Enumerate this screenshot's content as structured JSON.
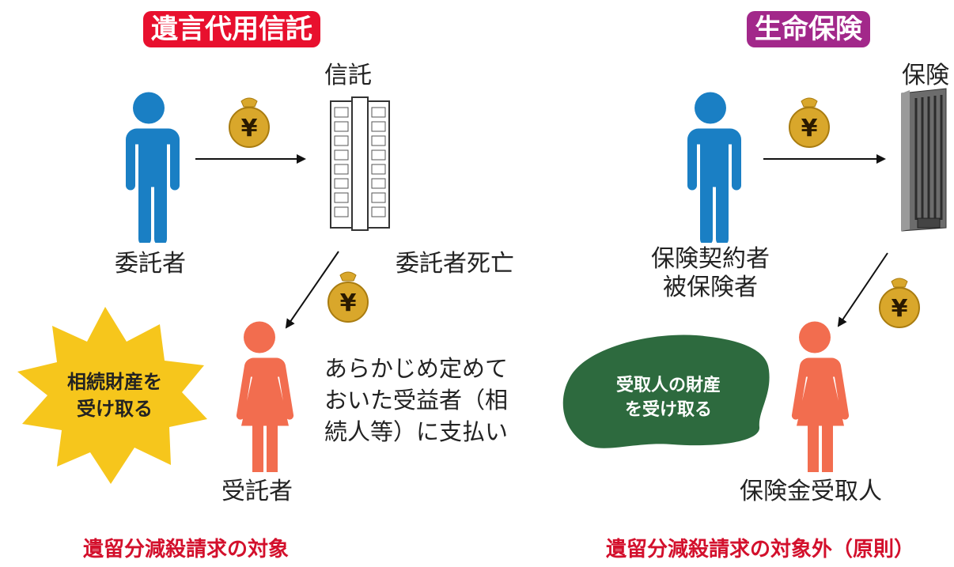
{
  "left": {
    "title": "遺言代用信託",
    "title_color": "#e8102e",
    "institution_label": "信託",
    "settlor_label": "委託者",
    "death_label": "委託者死亡",
    "trustee_label": "受託者",
    "note_lines": [
      "あらかじめ定めて",
      "おいた受益者（相",
      "続人等）に支払い"
    ],
    "burst_lines": [
      "相続財産を",
      "受け取る"
    ],
    "footer": "遺留分減殺請求の対象"
  },
  "right": {
    "title": "生命保険",
    "title_color": "#a2288a",
    "institution_label": "保険",
    "contractor_lines": [
      "保険契約者",
      "被保険者"
    ],
    "beneficiary_label": "保険金受取人",
    "blob_lines": [
      "受取人の財産",
      "を受け取る"
    ],
    "footer": "遺留分減殺請求の対象外（原則）"
  },
  "colors": {
    "male_person": "#1a7fc4",
    "female_person": "#f26d4f",
    "burst": "#f6c61c",
    "blob": "#2d6a3e",
    "coin": "#d9a72b",
    "footer_red": "#d3102c"
  },
  "icons": {
    "coin_symbol": "¥"
  }
}
